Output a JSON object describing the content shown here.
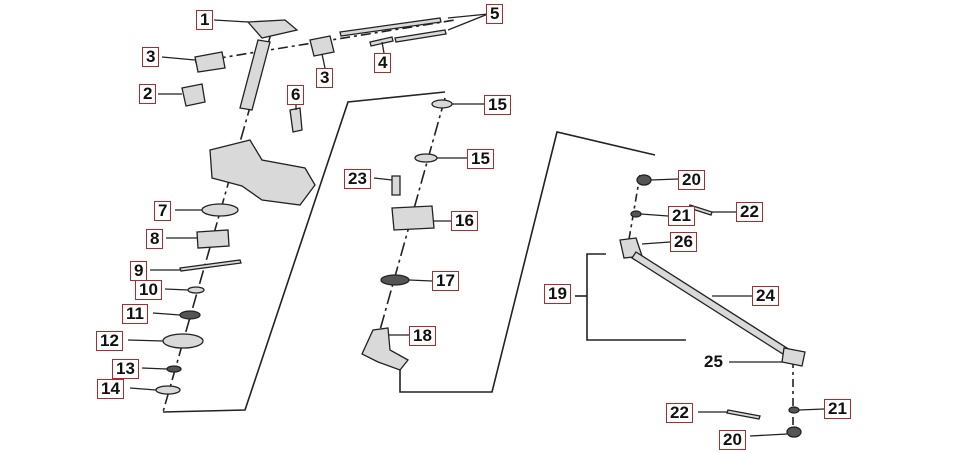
{
  "labels": {
    "l1": "1",
    "l2": "2",
    "l3a": "3",
    "l3b": "3",
    "l4": "4",
    "l5": "5",
    "l6": "6",
    "l7": "7",
    "l8": "8",
    "l9": "9",
    "l10": "10",
    "l11": "11",
    "l12": "12",
    "l13": "13",
    "l14": "14",
    "l15a": "15",
    "l15b": "15",
    "l16": "16",
    "l17": "17",
    "l18": "18",
    "l19": "19",
    "l20a": "20",
    "l20b": "20",
    "l21a": "21",
    "l21b": "21",
    "l22a": "22",
    "l22b": "22",
    "l23": "23",
    "l24": "24",
    "l25": "25",
    "l26": "26"
  },
  "colors": {
    "label_border": "#b02a2a",
    "line": "#222222",
    "part_fill": "#d9d9d9",
    "part_dark": "#555555"
  }
}
